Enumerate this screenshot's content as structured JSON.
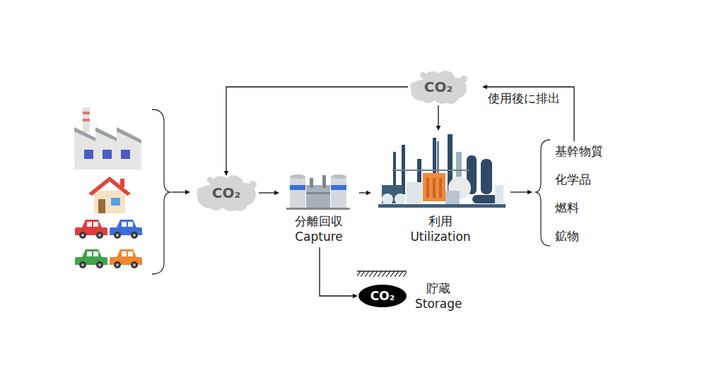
{
  "diagram": {
    "nodes": [
      {
        "text": [
          "CO₂"
        ]
      },
      {
        "text": [
          "CO₂"
        ]
      },
      {
        "text": [
          "分離回収",
          "Capture"
        ]
      },
      {
        "text": [
          "利用",
          "Utilization"
        ]
      },
      {
        "text": [
          "CO₂",
          "貯蔵",
          "Storage"
        ]
      }
    ],
    "edges": [
      {
        "from": 1,
        "to": 2,
        "arrow": "to"
      },
      {
        "from": 2,
        "to": 3,
        "arrow": "to"
      },
      {
        "from": 2,
        "to": 4,
        "arrow": "to"
      },
      {
        "from": 0,
        "to": 3,
        "arrow": "to"
      },
      {
        "from": 0,
        "to": 1,
        "arrow": "to"
      }
    ],
    "labels": [
      "使用後に排出",
      "基幹物質",
      "化学品",
      "燃料",
      "鉱物"
    ]
  }
}
